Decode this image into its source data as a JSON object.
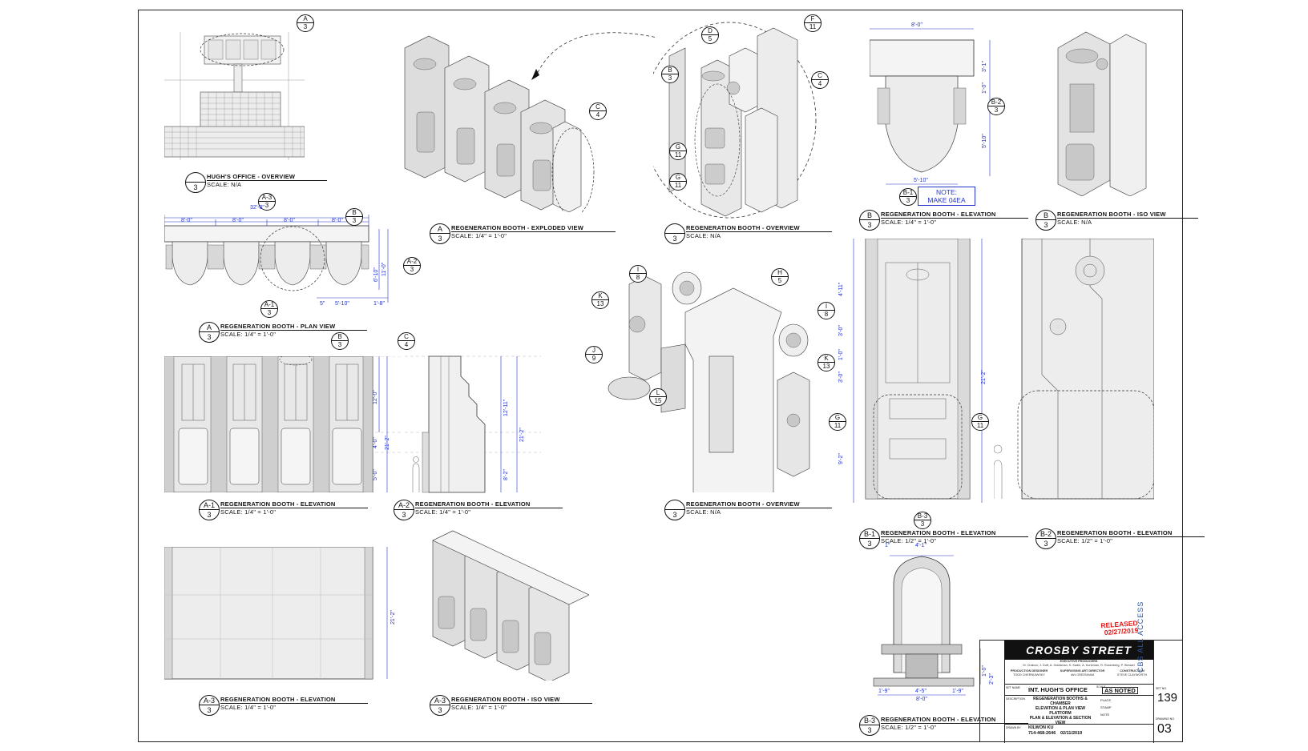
{
  "colors": {
    "dimension": "#2233cc",
    "released": "#e01818",
    "logo_bg": "#111111",
    "cbs": "#2d5aa8"
  },
  "views": {
    "hugh_overview": {
      "ref": "3",
      "name": "HUGH'S OFFICE - OVERVIEW",
      "scale": "SCALE: N/A"
    },
    "plan_view": {
      "ref": "A",
      "sheet": "3",
      "name": "REGENERATION BOOTH - PLAN VIEW",
      "scale": "SCALE: 1/4\" = 1'-0\""
    },
    "exploded_view": {
      "ref": "A",
      "sheet": "3",
      "name": "REGENERATION BOOTH - EXPLODED VIEW",
      "scale": "SCALE: 1/4\" = 1'-0\""
    },
    "overview_top": {
      "ref": "",
      "sheet": "3",
      "name": "REGENERATION BOOTH - OVERVIEW",
      "scale": "SCALE: N/A"
    },
    "b_elevation": {
      "ref": "B",
      "sheet": "3",
      "name": "REGENERATION BOOTH - ELEVATION",
      "scale": "SCALE: 1/4\" = 1'-0\""
    },
    "b_iso": {
      "ref": "B",
      "sheet": "3",
      "name": "REGENERATION BOOTH - ISO VIEW",
      "scale": "SCALE: N/A"
    },
    "a1_elevation": {
      "ref": "A-1",
      "sheet": "3",
      "name": "REGENERATION BOOTH - ELEVATION",
      "scale": "SCALE: 1/4\" = 1'-0\""
    },
    "a2_elevation": {
      "ref": "A-2",
      "sheet": "3",
      "name": "REGENERATION BOOTH - ELEVATION",
      "scale": "SCALE: 1/4\" = 1'-0\""
    },
    "overview_mid": {
      "ref": "",
      "sheet": "3",
      "name": "REGENERATION BOOTH - OVERVIEW",
      "scale": "SCALE: N/A"
    },
    "b1_elevation": {
      "ref": "B-1",
      "sheet": "3",
      "name": "REGENERATION BOOTH - ELEVATION",
      "scale": "SCALE: 1/2\" = 1'-0\""
    },
    "b2_elevation": {
      "ref": "B-2",
      "sheet": "3",
      "name": "REGENERATION BOOTH - ELEVATION",
      "scale": "SCALE: 1/2\" = 1'-0\""
    },
    "a3_elevation": {
      "ref": "A-3",
      "sheet": "3",
      "name": "REGENERATION BOOTH - ELEVATION",
      "scale": "SCALE: 1/4\" = 1'-0\""
    },
    "a3_iso": {
      "ref": "A-3",
      "sheet": "3",
      "name": "REGENERATION BOOTH - ISO VIEW",
      "scale": "SCALE: 1/4\" = 1'-0\""
    },
    "b3_elevation": {
      "ref": "B-3",
      "sheet": "3",
      "name": "REGENERATION BOOTH - ELEVATION",
      "scale": "SCALE: 1/2\" = 1'-0\""
    }
  },
  "callouts": {
    "a3_top": [
      "A",
      "3"
    ],
    "a3_marker": [
      "A-3",
      "3"
    ],
    "b3_plan": [
      "B",
      "3"
    ],
    "a2_marker": [
      "A-2",
      "3"
    ],
    "a1_marker": [
      "A-1",
      "3"
    ],
    "b3_elev": [
      "B",
      "3"
    ],
    "c4_elev": [
      "C",
      "4"
    ],
    "c4_exploded": [
      "C",
      "4"
    ],
    "d5": [
      "D",
      "5"
    ],
    "f11": [
      "F",
      "11"
    ],
    "b3_over": [
      "B",
      "3"
    ],
    "c4_over": [
      "C",
      "4"
    ],
    "g11_a": [
      "G",
      "11"
    ],
    "g11_b": [
      "G",
      "11"
    ],
    "b2_marker": [
      "B-2",
      "3"
    ],
    "b1_marker": [
      "B-1",
      "3"
    ],
    "i8_a": [
      "I",
      "8"
    ],
    "h5": [
      "H",
      "5"
    ],
    "k13_a": [
      "K",
      "13"
    ],
    "i8_b": [
      "I",
      "8"
    ],
    "j9": [
      "J",
      "9"
    ],
    "l15": [
      "L",
      "15"
    ],
    "k13_b": [
      "K",
      "13"
    ],
    "g11_b1": [
      "G",
      "11"
    ],
    "g11_b2": [
      "G",
      "11"
    ],
    "b3_marker": [
      "B-3",
      "3"
    ]
  },
  "note": {
    "line1": "NOTE:",
    "line2": "MAKE 04EA"
  },
  "dims": {
    "plan_total": "32'-0\"",
    "plan_a": "8'-0\"",
    "plan_b": "8'-0\"",
    "plan_c": "8'-0\"",
    "plan_d": "8'-0\"",
    "plan_h1": "11'-0\"",
    "plan_h2": "6'-10\"",
    "plan_w": "5'-10\"",
    "plan_e": "1'-8\"",
    "plan_f": "5\"",
    "a1_h": "21'-2\"",
    "a1_h2": "12'-0\"",
    "a1_h3": "4'-0\"",
    "a1_h4": "5'-0\"",
    "a2_h": "21'-2\"",
    "a2_h2": "12'-11\"",
    "a2_h3": "8'-2\"",
    "b_w": "8'-0\"",
    "b_h1": "3'-1\"",
    "b_h2": "1'-0\"",
    "b_h3": "5'-10\"",
    "b_w2": "5'-10\"",
    "b1_h": "21'-2\"",
    "b1_a": "4'-11\"",
    "b1_b": "3'-0\"",
    "b1_c": "1'-0\"",
    "b1_d": "3'-0\"",
    "b1_e": "9'-2\"",
    "a3_h": "21'-2\"",
    "b3_top": "4'-1\"",
    "b3_l": "1\"",
    "b3_w": "4'-5\"",
    "b3_w2": "8'-0\"",
    "b3_s1": "1'-9\"",
    "b3_s2": "1'-9\"",
    "b3_h1": "1'-0\"",
    "b3_h2": "2'-3\""
  },
  "title_block": {
    "released": "RELEASED",
    "released_date": "02/27/2019",
    "show": "CROSBY STREET",
    "exec_label": "EXECUTIVE PRODUCERS",
    "exec_names": "M. Chabon, J. Duff, A. Goldsman, K. Kadin, A. Kurtzman, R. Rosenberg, P. Stewart",
    "pd_label": "PRODUCTION DESIGNER",
    "pd_name": "TODD CHERNIAWSKY",
    "sad_label": "SUPERVISING ART DIRECTOR",
    "sad_name": "IAN GREENHAM",
    "con_label": "CONSTRUCTION",
    "con_name": "STEVE CLAYWORTH",
    "set_label": "SET NAME",
    "set": "INT. HUGH'S OFFICE",
    "scale_label": "SCALE",
    "scale": "AS NOTED",
    "desc_label": "DESCRIPTION",
    "desc1": "REGENERATION BOOTHS & CHAMBER",
    "desc2": "ELEVATION & PLAN VIEW",
    "desc3": "PLATFORM",
    "desc4": "PLAN & ELEVATION & SECTION VIEW",
    "drawn_label": "DRAWN BY",
    "drawn": "KILWON KU",
    "phone": "714-468-2646",
    "date": "02/11/2019",
    "place": "PLACE",
    "stamp": "STAMP",
    "note": "NOTE",
    "set_no_label": "SET NO.",
    "set_no": "139",
    "drawing_label": "DRAWING NO.",
    "drawing_no": "03",
    "cbs": "CBS ALL ACCESS"
  }
}
